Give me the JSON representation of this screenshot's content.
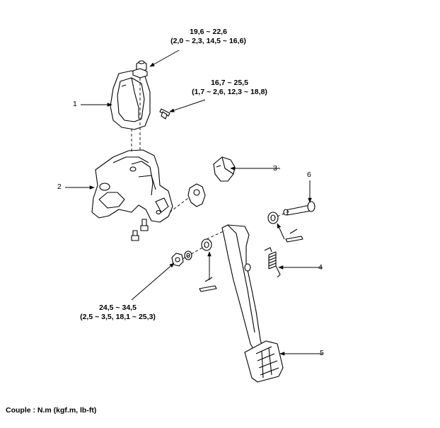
{
  "torque_labels": [
    {
      "value": "19,6 ~ 22,6",
      "units": "(2,0 ~ 2,3, 14,5 ~ 16,6)"
    },
    {
      "value": "16,7 ~ 25,5",
      "units": "(1,7 ~ 2,6, 12,3 ~ 18,8)"
    },
    {
      "value": "24,5 ~ 34,5",
      "units": "(2,5 ~ 3,5, 18,1 ~ 25,3)"
    }
  ],
  "callouts": [
    "1",
    "2",
    "3",
    "4",
    "5",
    "6"
  ],
  "caption": "Couple : N.m (kgf.m, lb-ft)"
}
